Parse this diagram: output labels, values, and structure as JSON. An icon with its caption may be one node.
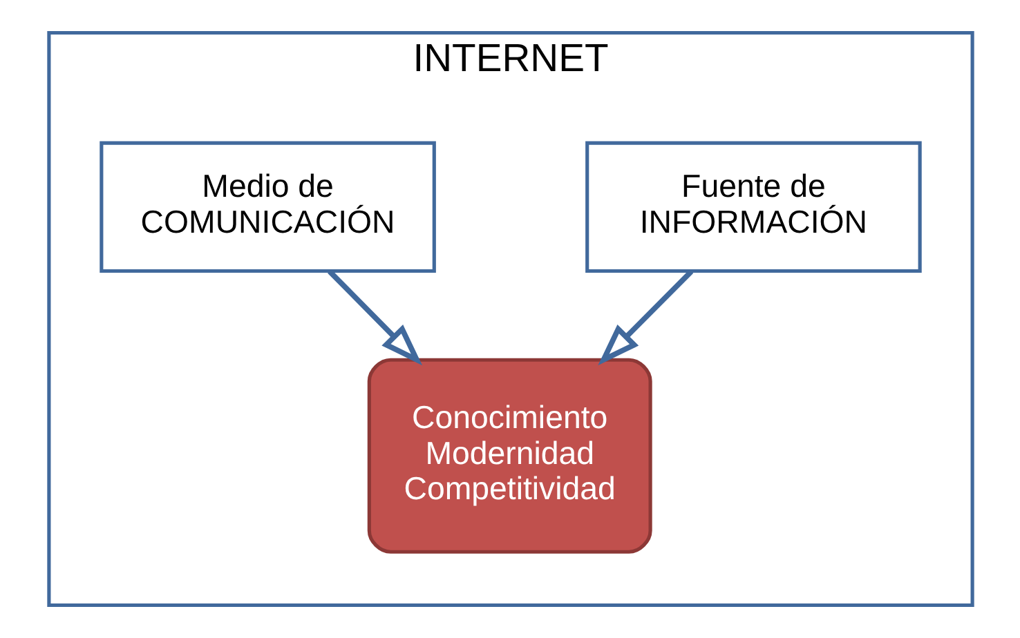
{
  "diagram": {
    "nodes": [
      {
        "text": [
          "INTERNET"
        ]
      },
      {
        "text": [
          "Fuente de INFORMACIÓN"
        ],
        "in": 0
      },
      {
        "text": [
          "Medio de COMUNICACIÓN"
        ],
        "in": 0
      },
      {
        "text": [
          "Conocimiento Modernidad Competitividad"
        ],
        "in": 0
      }
    ],
    "edges": [
      {
        "from": 1,
        "to": 3,
        "arrow": "to"
      },
      {
        "from": 2,
        "to": 3,
        "arrow": "to"
      }
    ]
  }
}
